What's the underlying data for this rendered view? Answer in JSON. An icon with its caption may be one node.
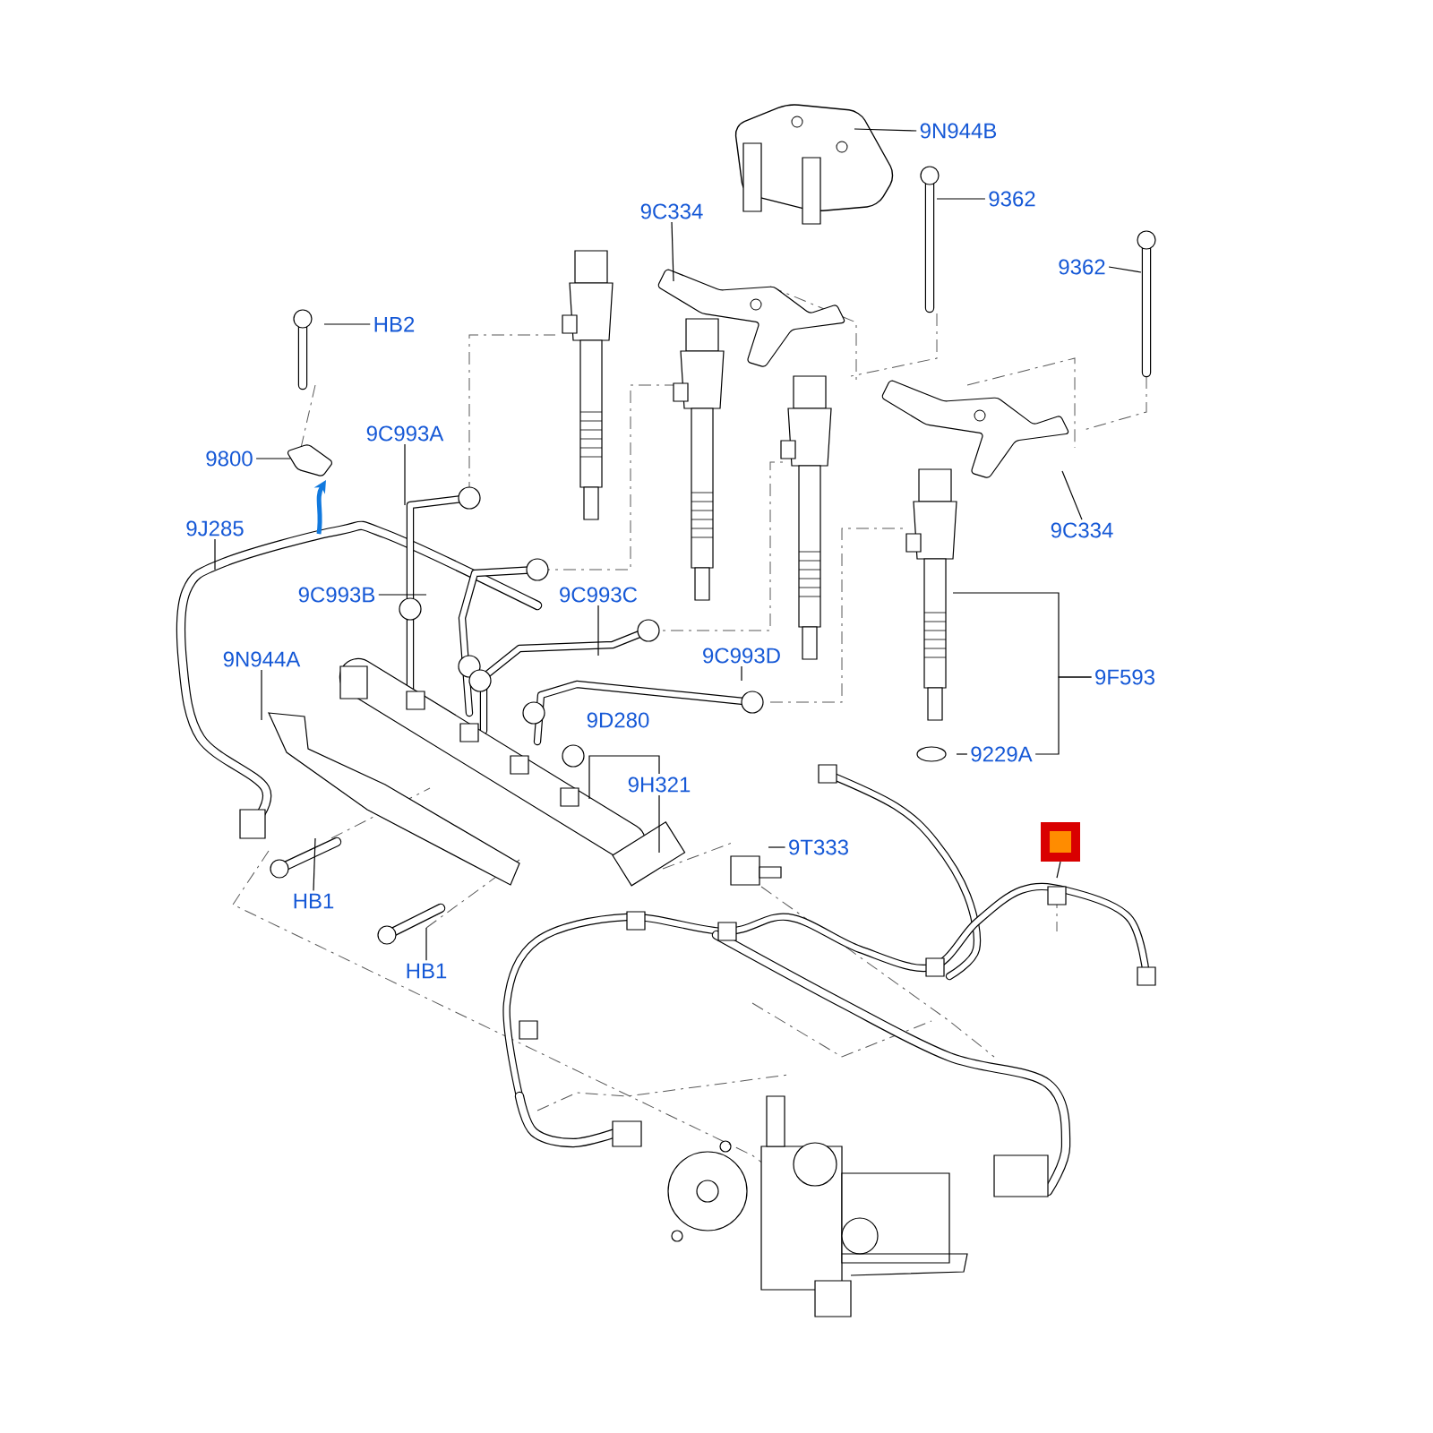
{
  "diagram": {
    "nodes": [
      {
        "text": [
          "9N944B"
        ]
      },
      {
        "text": [
          "9362"
        ]
      },
      {
        "text": [
          "9C334"
        ]
      },
      {
        "text": [
          "9362"
        ]
      },
      {
        "text": [
          "HB2"
        ]
      },
      {
        "text": [
          "9C993A"
        ]
      },
      {
        "text": [
          "9800"
        ]
      },
      {
        "text": [
          "9C334"
        ]
      },
      {
        "text": [
          "9J285"
        ]
      },
      {
        "text": [
          "9C993B"
        ]
      },
      {
        "text": [
          "9C993C"
        ]
      },
      {
        "text": [
          "9N944A"
        ]
      },
      {
        "text": [
          "9C993D"
        ]
      },
      {
        "text": [
          "9F593"
        ]
      },
      {
        "text": [
          "9229A"
        ]
      },
      {
        "text": [
          "9H321"
        ]
      },
      {
        "text": [
          "9T333"
        ]
      },
      {
        "text": [],
        "shape": "box"
      },
      {
        "text": [
          "HB1"
        ]
      },
      {
        "text": [
          "HB1"
        ]
      }
    ],
    "edges": [
      {
        "from": 0,
        "to": null,
        "arrow": "none"
      },
      {
        "from": 1,
        "to": null,
        "arrow": "none"
      },
      {
        "from": 2,
        "to": null,
        "arrow": "none"
      },
      {
        "from": 3,
        "to": null,
        "arrow": "none"
      },
      {
        "from": 4,
        "to": null,
        "arrow": "none"
      },
      {
        "from": 5,
        "to": null,
        "arrow": "none"
      },
      {
        "from": 6,
        "to": null,
        "arrow": "none"
      },
      {
        "from": 7,
        "to": null,
        "arrow": "none"
      },
      {
        "from": 8,
        "to": null,
        "arrow": "none"
      },
      {
        "from": 9,
        "to": null,
        "arrow": "none"
      },
      {
        "from": 10,
        "to": null,
        "arrow": "none"
      },
      {
        "from": 11,
        "to": null,
        "arrow": "none"
      },
      {
        "from": 12,
        "to": null,
        "arrow": "none"
      },
      {
        "from": 13,
        "to": null,
        "arrow": "none"
      },
      {
        "from": 13,
        "to": 14,
        "arrow": "none"
      },
      {
        "from": 14,
        "to": null,
        "arrow": "none"
      },
      {
        "from": 15,
        "to": null,
        "arrow": "none"
      },
      {
        "from": 15,
        "to": null,
        "arrow": "none"
      },
      {
        "from": 16,
        "to": null,
        "arrow": "none"
      },
      {
        "from": 17,
        "to": null,
        "arrow": "none"
      },
      {
        "from": 18,
        "to": null,
        "arrow": "none"
      },
      {
        "from": 19,
        "to": null,
        "arrow": "none"
      }
    ],
    "labels": [
      "9D280"
    ]
  }
}
